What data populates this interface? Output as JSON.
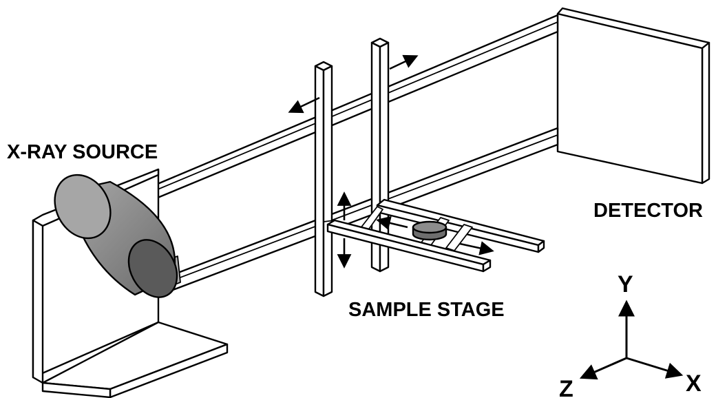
{
  "labels": {
    "source": "X-RAY SOURCE",
    "detector": "DETECTOR",
    "stage": "SAMPLE STAGE"
  },
  "axes": {
    "y": "Y",
    "x": "X",
    "z": "Z"
  },
  "colors": {
    "background": "#ffffff",
    "outline": "#000000",
    "tube_light": "#9a9a9a",
    "tube_dark": "#555555",
    "sample_disc": "#808080"
  }
}
